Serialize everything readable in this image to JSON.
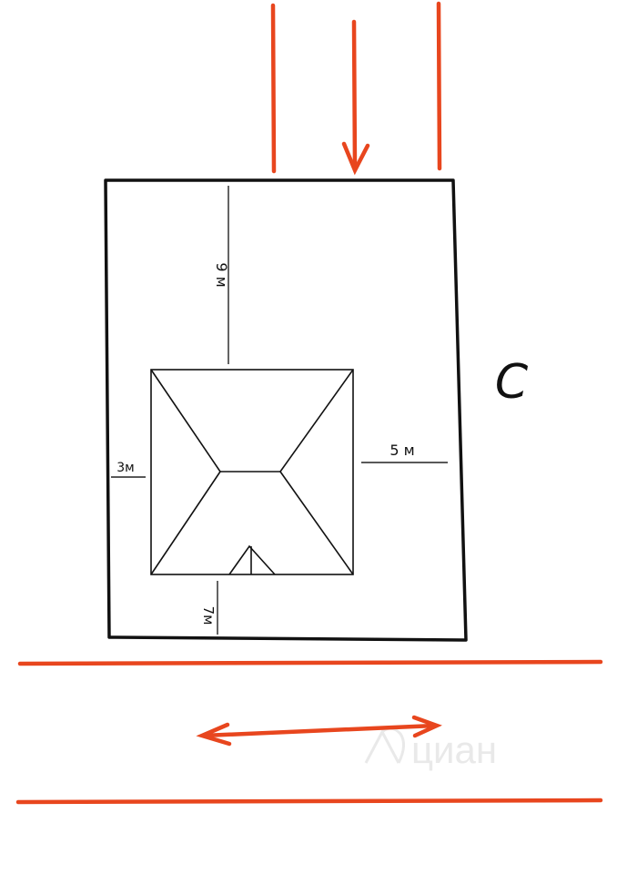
{
  "diagram": {
    "compass_label": "С",
    "dimensions": {
      "top": "9 м",
      "left": "3м",
      "right": "5 м",
      "bottom": "7м"
    },
    "watermark": "циан"
  },
  "colors": {
    "road": "#e8461e",
    "outline": "#111111",
    "dimension_line": "#222222",
    "watermark": "#e9e9e9"
  }
}
